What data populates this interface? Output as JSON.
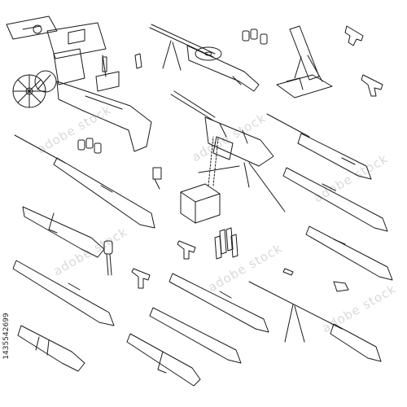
{
  "watermark": {
    "text": "adobe stock"
  },
  "stock_id": "1435542699",
  "colors": {
    "line": "#1a1a1a",
    "background": "#ffffff",
    "watermark": "#d9d9d9"
  },
  "items": [
    "maxim-machine-gun-on-wheels",
    "degtyaryov-light-machine-gun",
    "binoculars",
    "mortar",
    "revolver",
    "heavy-machine-gun-on-tripod",
    "ammo-box-with-belt",
    "bolt-action-rifles",
    "submachine-guns",
    "anti-tank-rifle",
    "pistols",
    "hand-grenades",
    "rifle-grenade"
  ]
}
